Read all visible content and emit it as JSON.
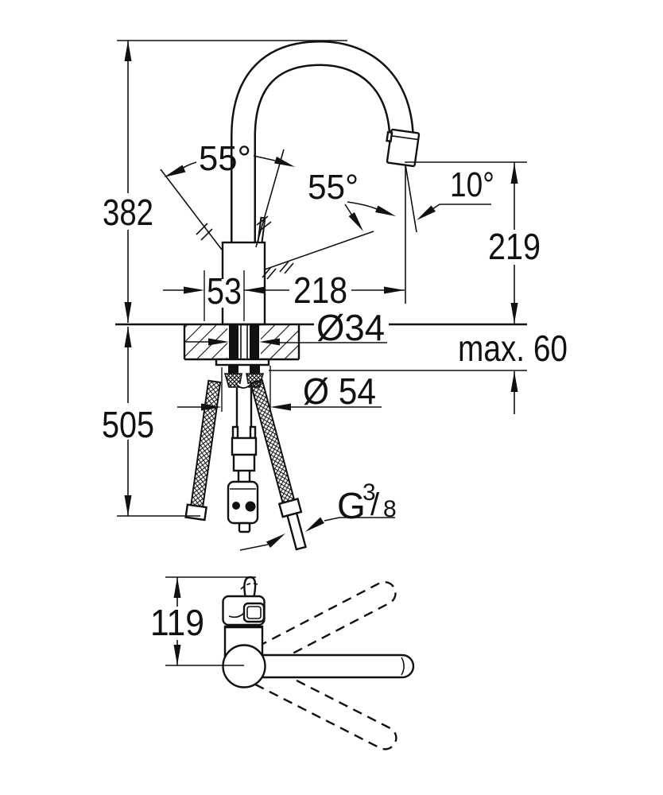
{
  "drawing": {
    "type": "faucet-installation-dimension-drawing",
    "colors": {
      "ink": "#111111",
      "background": "#ffffff"
    },
    "labels": {
      "overall_height": "382",
      "handle_swing": "55°",
      "handle_swing_side": "55°",
      "spray_tilt": "10°",
      "spout_height": "219",
      "body_width": "53",
      "spout_reach": "218",
      "deck_hole_diameter": "Ø34",
      "deck_max_thickness": "max. 60",
      "hose_drop": "505",
      "base_diameter": "Ø 54",
      "top_view_front_clearance": "119",
      "thread_g": "G",
      "thread_numerator": "3",
      "thread_slash": "/",
      "thread_denominator": "8"
    }
  }
}
